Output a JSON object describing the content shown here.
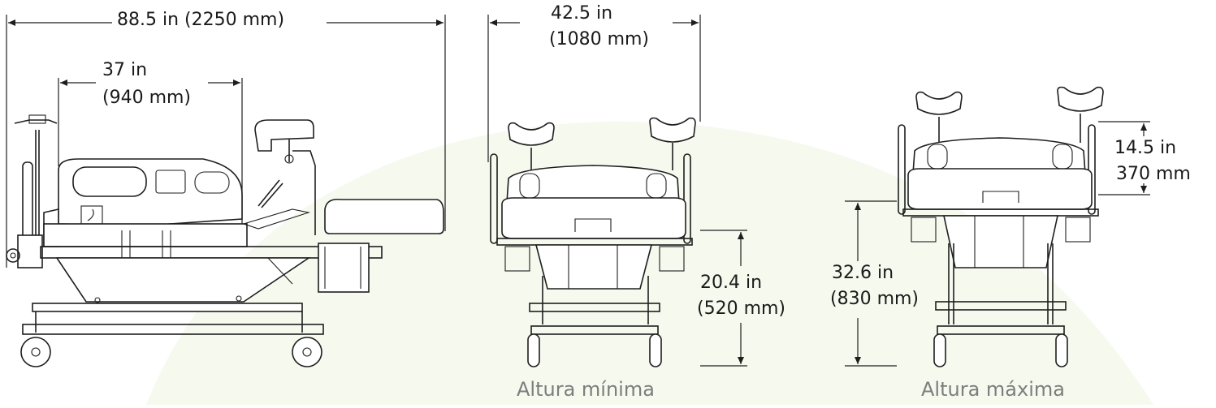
{
  "colors": {
    "line": "#1e1e1e",
    "caption": "#7d7d7d",
    "backdrop": "#f6f9ee"
  },
  "side_view": {
    "overall_length": "88.5 in (2250 mm)",
    "seat_length_in": "37 in",
    "seat_length_mm": "(940 mm)"
  },
  "front_min": {
    "width_in": "42.5 in",
    "width_mm": "(1080 mm)",
    "height_in": "20.4 in",
    "height_mm": "(520 mm)",
    "caption": "Altura mínima"
  },
  "front_max": {
    "stirrup_in": "14.5 in",
    "stirrup_mm": "370 mm",
    "height_in": "32.6 in",
    "height_mm": "(830 mm)",
    "caption": "Altura máxima"
  }
}
